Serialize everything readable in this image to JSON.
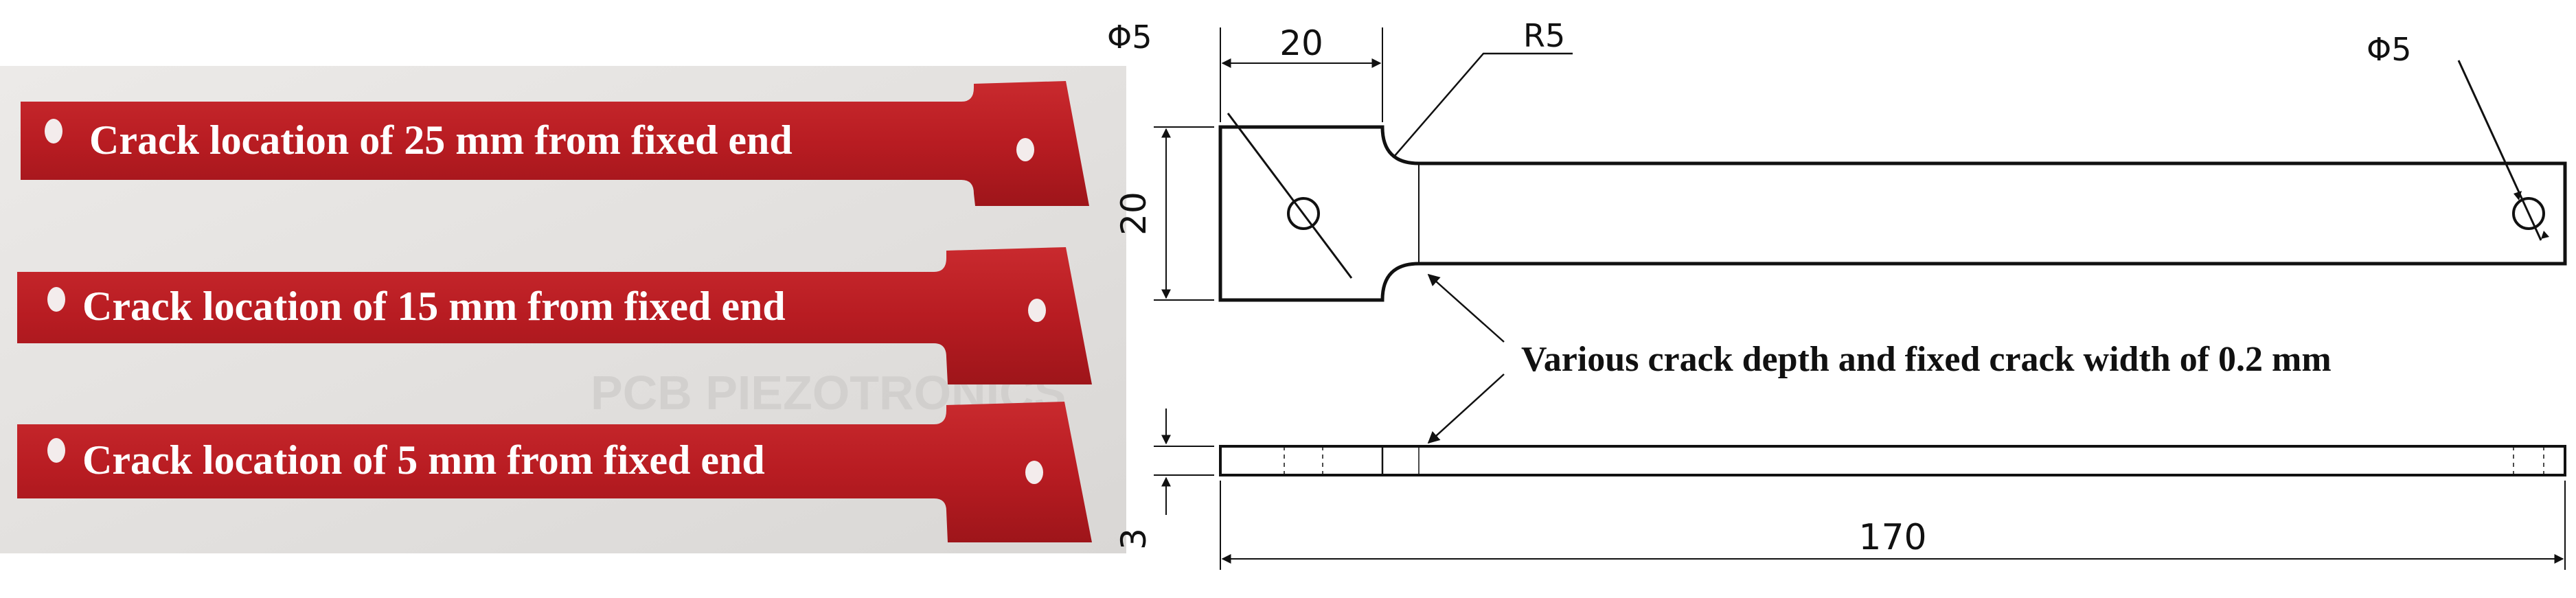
{
  "photo": {
    "specimens": [
      {
        "label": "Crack location of 25 mm from fixed end"
      },
      {
        "label": "Crack location of 15 mm from fixed end"
      },
      {
        "label": "Crack location of 5 mm from fixed end"
      }
    ],
    "background_watermark": "PCB PIEZOTRONICS",
    "colors": {
      "specimen": "#b81c22",
      "background": "#e6e4e2"
    }
  },
  "drawing": {
    "phi_left": "Φ5",
    "phi_right": "Φ5",
    "top_width": "20",
    "radius": "R5",
    "left_height": "20",
    "thickness": "3",
    "overall_length": "170",
    "crack_note": "Various crack depth and fixed crack width of 0.2 mm"
  }
}
